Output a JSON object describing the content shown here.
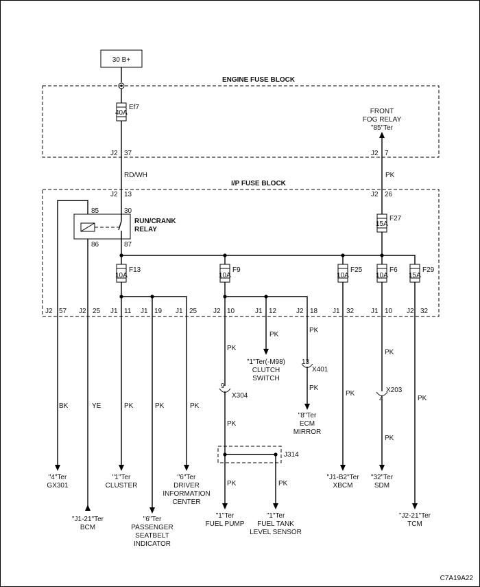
{
  "power_source": "30 B+",
  "engine_fuse_block": {
    "title": "ENGINE FUSE BLOCK",
    "fuse": {
      "id": "Ef7",
      "rating": "40A"
    },
    "in_conn": "J2",
    "in_pin": "37",
    "fog_conn": "J2",
    "fog_pin": "7"
  },
  "front_fog_relay": {
    "line1": "FRONT",
    "line2": "FOG RELAY",
    "line3": "\"85\"Ter"
  },
  "wire_rdwh": "RD/WH",
  "ip_fuse_block": {
    "title": "I/P FUSE BLOCK",
    "in_conn": "J2",
    "in_pin": "13",
    "top_right_conn": "J2",
    "top_right_pin": "26"
  },
  "relay": {
    "line1": "RUN/CRANK",
    "line2": "RELAY",
    "pin85": "85",
    "pin30": "30",
    "pin86": "86",
    "pin87": "87"
  },
  "fuses": {
    "f27": {
      "id": "F27",
      "rating": "15A"
    },
    "f13": {
      "id": "F13",
      "rating": "10A"
    },
    "f9": {
      "id": "F9",
      "rating": "10A"
    },
    "f25": {
      "id": "F25",
      "rating": "10A"
    },
    "f6": {
      "id": "F6",
      "rating": "10A"
    },
    "f29": {
      "id": "F29",
      "rating": "15A"
    }
  },
  "conn": {
    "c1": {
      "conn": "J2",
      "pin": "57"
    },
    "c2": {
      "conn": "J2",
      "pin": "25"
    },
    "c3": {
      "conn": "J1",
      "pin": "11"
    },
    "c4": {
      "conn": "J1",
      "pin": "19"
    },
    "c5": {
      "conn": "J1",
      "pin": "25"
    },
    "c6": {
      "conn": "J2",
      "pin": "10"
    },
    "c7": {
      "conn": "J1",
      "pin": "12"
    },
    "c8": {
      "conn": "J2",
      "pin": "18"
    },
    "c9": {
      "conn": "J1",
      "pin": "32"
    },
    "c10": {
      "conn": "J1",
      "pin": "10"
    },
    "c11": {
      "conn": "J2",
      "pin": "32"
    }
  },
  "wires": {
    "bk": "BK",
    "ye": "YE",
    "pk": "PK"
  },
  "inline": {
    "x304": {
      "pin": "9",
      "name": "X304"
    },
    "x401": {
      "pin": "13",
      "name": "X401"
    },
    "x203": {
      "pin": "4",
      "name": "X203"
    },
    "j314": "J314"
  },
  "dest": {
    "gx301": {
      "line1": "\"4\"Ter",
      "line2": "GX301"
    },
    "bcm": {
      "line1": "\"J1-21\"Ter",
      "line2": "BCM"
    },
    "cluster": {
      "line1": "\"1\"Ter",
      "line2": "CLUSTER"
    },
    "passenger": {
      "line1": "\"6\"Ter",
      "line2": "PASSENGER",
      "line3": "SEATBELT",
      "line4": "INDICATOR"
    },
    "dic": {
      "line1": "\"6\"Ter",
      "line2": "DRIVER",
      "line3": "INFORMATION",
      "line4": "CENTER"
    },
    "clutch": {
      "line1": "\"1\"Ter(-M98)",
      "line2": "CLUTCH",
      "line3": "SWITCH"
    },
    "ecm": {
      "line1": "\"8\"Ter",
      "line2": "ECM",
      "line3": "MIRROR"
    },
    "fuel_pump": {
      "line1": "\"1\"Ter",
      "line2": "FUEL PUMP"
    },
    "fuel_tank": {
      "line1": "\"1\"Ter",
      "line2": "FUEL TANK",
      "line3": "LEVEL SENSOR"
    },
    "xbcm": {
      "line1": "\"J1-B2\"Ter",
      "line2": "XBCM"
    },
    "sdm": {
      "line1": "\"32\"Ter",
      "line2": "SDM"
    },
    "tcm": {
      "line1": "\"J2-21\"Ter",
      "line2": "TCM"
    }
  },
  "figure_id": "C7A19A22"
}
